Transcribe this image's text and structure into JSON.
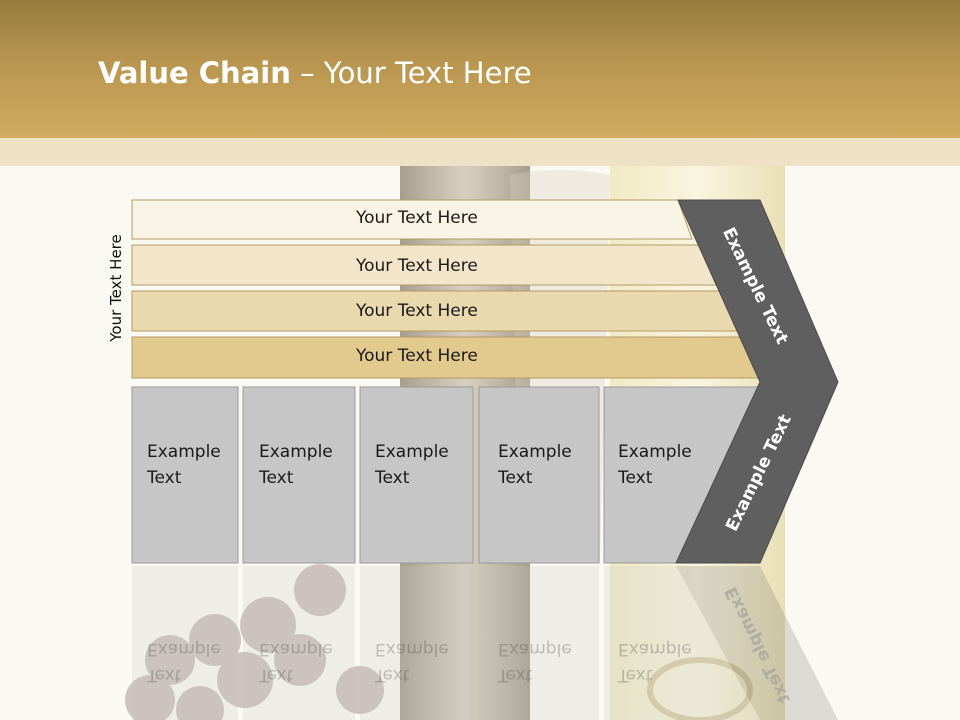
{
  "slide": {
    "title_bold": "Value Chain",
    "title_rest": " – Your Text Here"
  },
  "side_label": "Your Text Here",
  "rows": [
    {
      "label": "Your Text Here",
      "color": "#faf4e6"
    },
    {
      "label": "Your Text Here",
      "color": "#f2e5c9"
    },
    {
      "label": "Your Text Here",
      "color": "#ead8ae"
    },
    {
      "label": "Your Text Here",
      "color": "#e2c98e"
    }
  ],
  "cells": [
    {
      "line1": "Example",
      "line2": "Text"
    },
    {
      "line1": "Example",
      "line2": "Text"
    },
    {
      "line1": "Example",
      "line2": "Text"
    },
    {
      "line1": "Example",
      "line2": "Text"
    },
    {
      "line1": "Example",
      "line2": "Text"
    }
  ],
  "chevron": {
    "upper_label": "Example Text",
    "lower_label": "Example Text",
    "color": "#5f5f5f"
  },
  "colors": {
    "header": "#c9a35a",
    "cell_fill": "#c6c6c6",
    "row_border": "#b39a66"
  }
}
